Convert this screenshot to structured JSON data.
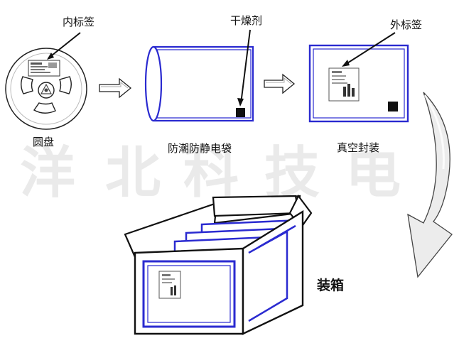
{
  "colors": {
    "outline": "#111111",
    "bag_blue": "#2a2ad0",
    "arrow_gray": "#b8b8b8",
    "curve_arrow_gray": "#d6d6d6"
  },
  "labels": {
    "inner_label": "内标签",
    "desiccant": "干燥剂",
    "outer_label": "外标签",
    "reel": "圆盘",
    "esd_bag": "防潮防静电袋",
    "vacuum_seal": "真空封装",
    "boxing": "装箱"
  },
  "icons": {
    "reel": "reel-icon",
    "bag": "bag-icon",
    "sealed_bag": "sealed-bag-icon",
    "box": "box-icon",
    "arrow": "right-arrow-icon",
    "curved_arrow": "curved-arrow-icon"
  }
}
